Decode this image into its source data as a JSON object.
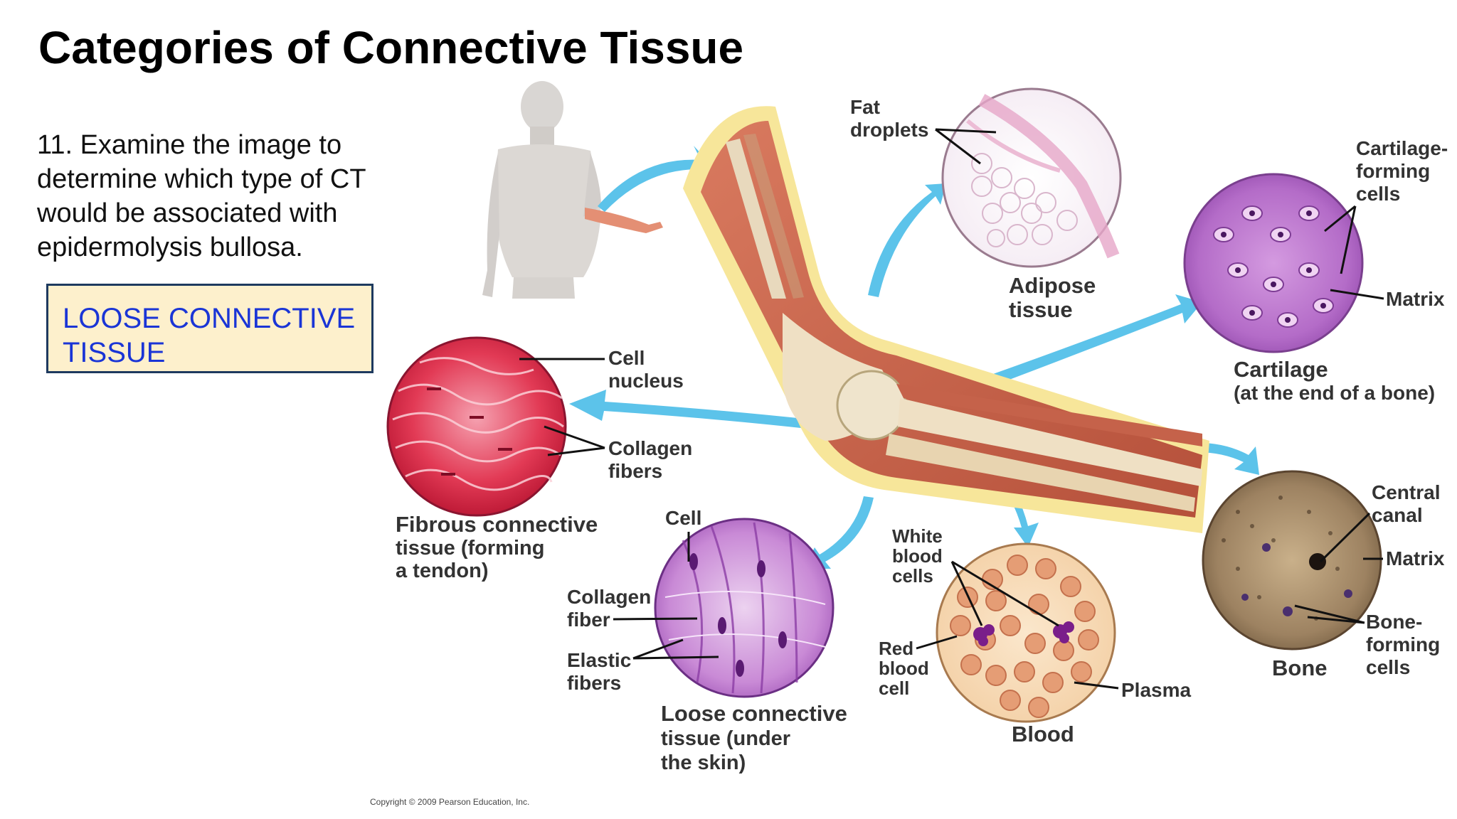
{
  "slide": {
    "title": "Categories of Connective Tissue",
    "question": "11. Examine the image to determine which type of CT would be associated with epidermolysis bullosa.",
    "answer": "LOOSE CONNECTIVE TISSUE"
  },
  "diagram": {
    "adipose": {
      "label": [
        "Adipose",
        "tissue"
      ],
      "callouts": [
        [
          "Fat",
          "droplets"
        ]
      ]
    },
    "cartilage": {
      "label": [
        "Cartilage",
        "(at the end of a bone)"
      ],
      "callouts": [
        [
          "Cartilage-",
          "forming",
          "cells"
        ],
        [
          "Matrix"
        ]
      ]
    },
    "fibrous": {
      "label": [
        "Fibrous connective",
        "tissue (forming",
        "a tendon)"
      ],
      "callouts": [
        [
          "Cell",
          "nucleus"
        ],
        [
          "Collagen",
          "fibers"
        ]
      ]
    },
    "loose": {
      "label": [
        "Loose connective",
        "tissue (under",
        "the skin)"
      ],
      "callouts": [
        [
          "Cell"
        ],
        [
          "Collagen",
          "fiber"
        ],
        [
          "Elastic",
          "fibers"
        ]
      ]
    },
    "blood": {
      "label": [
        "Blood"
      ],
      "callouts": [
        [
          "White",
          "blood",
          "cells"
        ],
        [
          "Red",
          "blood",
          "cell"
        ],
        [
          "Plasma"
        ]
      ]
    },
    "bone": {
      "label": [
        "Bone"
      ],
      "callouts": [
        [
          "Central",
          "canal"
        ],
        [
          "Matrix"
        ],
        [
          "Bone-",
          "forming",
          "cells"
        ]
      ]
    },
    "copyright": "Copyright © 2009 Pearson Education, Inc."
  }
}
